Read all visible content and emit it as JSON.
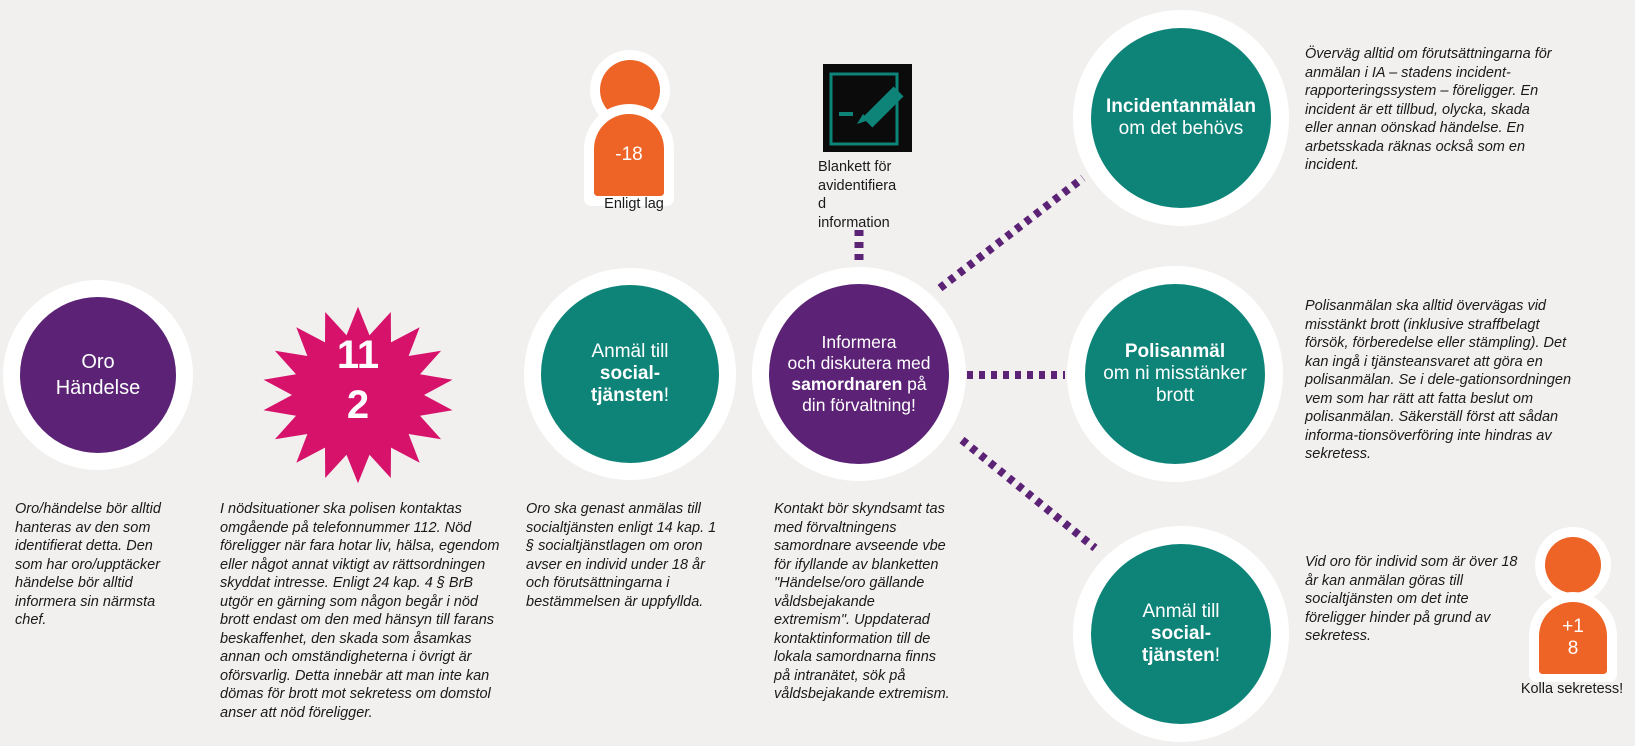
{
  "colors": {
    "purple": "#5b2276",
    "teal": "#0e8479",
    "orange": "#ee6426",
    "magenta": "#d6126b",
    "background": "#f2f0ee"
  },
  "oro": {
    "line1": "Oro",
    "line2": "Händelse"
  },
  "oro_note": "Oro/händelse bör alltid hanteras av den som identifierat detta. Den som har oro/upptäcker händelse bör alltid informera sin närmsta chef.",
  "emergency": {
    "line1": "11",
    "line2": "2"
  },
  "emergency_note": "I nödsituationer ska polisen kontaktas omgående på telefonnummer 112. Nöd föreligger när fara hotar liv, hälsa, egendom eller något annat viktigt av rättsordningen skyddat intresse. Enligt 24 kap. 4 § BrB utgör en gärning som någon begår i nöd brott endast om den med hänsyn till farans beskaffenhet, den skada som åsamkas annan och omständigheterna i övrigt är oförsvarlig. Detta innebär att man inte kan dömas för brott mot sekretess om domstol anser att nöd föreligger.",
  "minor": {
    "age": "-18",
    "caption": "Enligt lag"
  },
  "report_social": {
    "line1": "Anmäl till",
    "line2": "social-",
    "line3": "tjänsten",
    "suffix": "!"
  },
  "report_social_note": "Oro ska genast anmälas till socialtjänsten enligt 14 kap. 1 § socialtjänstlagen om oron avser en individ under 18 år och förutsättningarna i bestämmelsen är uppfyllda.",
  "form": {
    "icon": "form-edit-icon",
    "caption_lines": [
      "Blankett för",
      "avidentifiera",
      "d",
      "information"
    ]
  },
  "inform": {
    "line1": "Informera",
    "line2": "och diskutera med",
    "bold": "samordnaren",
    "after_bold": " på",
    "line4": "din förvaltning!"
  },
  "inform_note": "Kontakt bör skyndsamt tas med förvaltningens samordnare avseende vbe för ifyllande av blanketten \"Händelse/oro gällande våldsbejakande extremism\". Uppdaterad kontaktinformation till de lokala samordnarna finns på intranätet, sök på våldsbejakande extremism.",
  "incident": {
    "bold": "Incidentanmälan",
    "line2": "om det behövs"
  },
  "incident_note": "Överväg alltid om förutsättningarna för anmälan i IA – stadens incident-rapporteringssystem – föreligger. En incident är ett tillbud, olycka, skada eller annan oönskad händelse. En arbetsskada räknas också som en incident.",
  "police": {
    "bold": "Polisanmäl",
    "line2": "om ni misstänker",
    "line3": "brott"
  },
  "police_note": "Polisanmälan ska alltid övervägas vid misstänkt brott (inklusive straffbelagt försök, förberedelse eller stämpling). Det kan ingå i tjänsteansvaret att göra en polisanmälan. Se i dele-gationsordningen vem som har rätt att fatta beslut om polisanmälan. Säkerställ först att sådan informa-tionsöverföring inte hindras av sekretess.",
  "report_social_adult": {
    "line1": "Anmäl till",
    "line2": "social-",
    "line3": "tjänsten",
    "suffix": "!"
  },
  "adult_note": "Vid oro för individ som är över 18 år kan anmälan göras till socialtjänsten om det inte föreligger hinder på grund av sekretess.",
  "adult": {
    "age_line1": "+1",
    "age_line2": "8",
    "caption": "Kolla sekretess!"
  }
}
